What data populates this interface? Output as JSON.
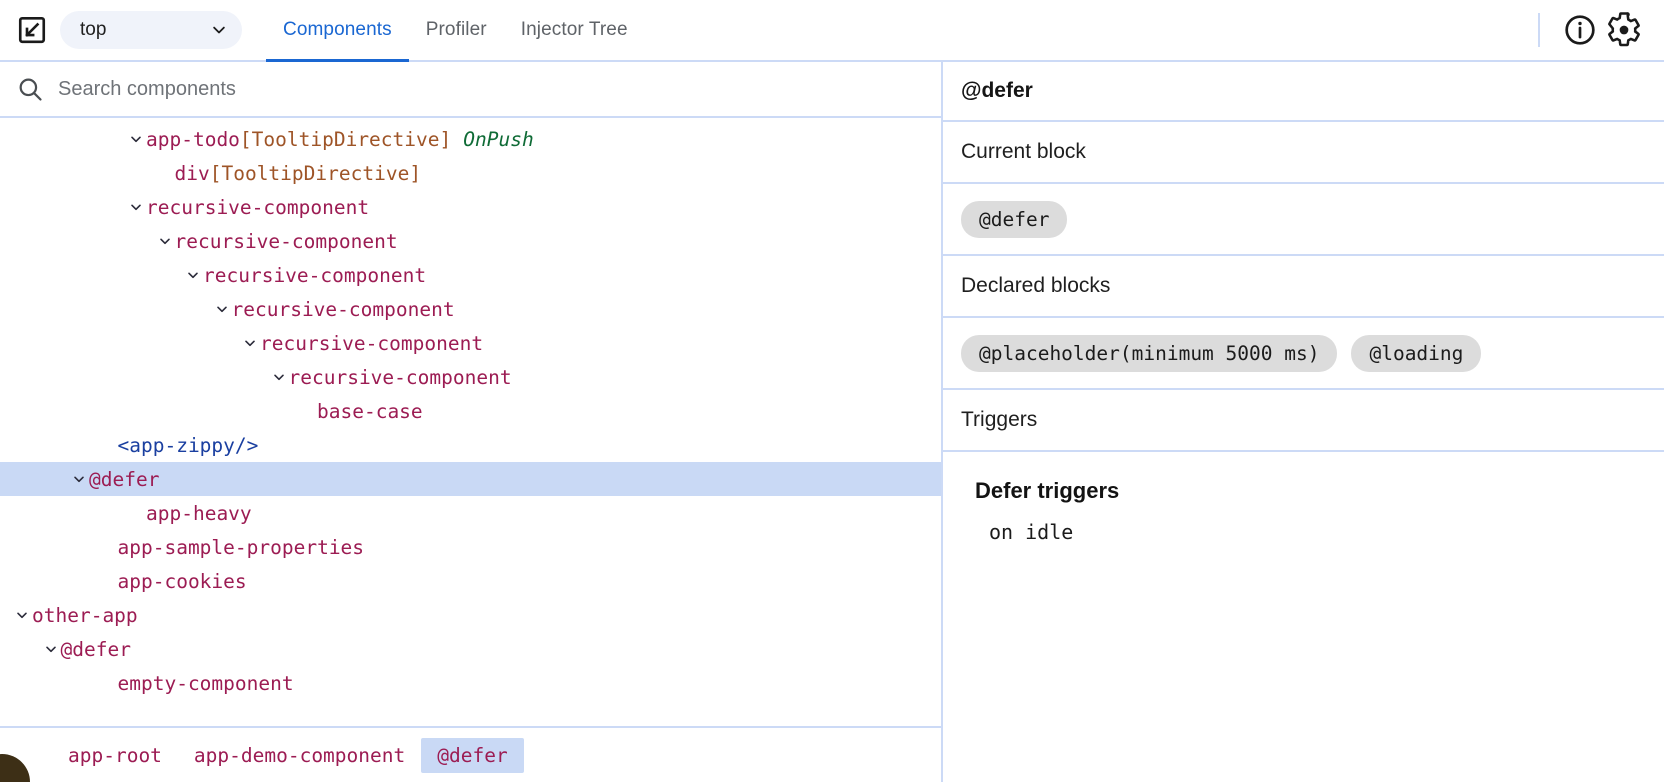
{
  "toolbar": {
    "inspect_icon": "inspect-element-icon",
    "frame_select": {
      "value": "top",
      "chevron_icon": "chevron-down-icon"
    },
    "tabs": [
      {
        "label": "Components",
        "active": true
      },
      {
        "label": "Profiler",
        "active": false
      },
      {
        "label": "Injector Tree",
        "active": false
      }
    ],
    "info_icon": "info-circle-icon",
    "settings_icon": "gear-icon",
    "accent_color": "#1a67d2"
  },
  "search": {
    "icon": "search-icon",
    "placeholder": "Search components",
    "value": ""
  },
  "tree": {
    "rows": [
      {
        "indent": 4,
        "expandable": true,
        "name": "app-todo",
        "directive": "[TooltipDirective]",
        "badge": "OnPush",
        "style": "name",
        "selected": false
      },
      {
        "indent": 5,
        "expandable": false,
        "name": "div",
        "directive": "[TooltipDirective]",
        "badge": "",
        "style": "dir",
        "selected": false
      },
      {
        "indent": 4,
        "expandable": true,
        "name": "recursive-component",
        "directive": "",
        "badge": "",
        "style": "name",
        "selected": false
      },
      {
        "indent": 5,
        "expandable": true,
        "name": "recursive-component",
        "directive": "",
        "badge": "",
        "style": "name",
        "selected": false
      },
      {
        "indent": 6,
        "expandable": true,
        "name": "recursive-component",
        "directive": "",
        "badge": "",
        "style": "name",
        "selected": false
      },
      {
        "indent": 7,
        "expandable": true,
        "name": "recursive-component",
        "directive": "",
        "badge": "",
        "style": "name",
        "selected": false
      },
      {
        "indent": 8,
        "expandable": true,
        "name": "recursive-component",
        "directive": "",
        "badge": "",
        "style": "name",
        "selected": false
      },
      {
        "indent": 9,
        "expandable": true,
        "name": "recursive-component",
        "directive": "",
        "badge": "",
        "style": "name",
        "selected": false
      },
      {
        "indent": 10,
        "expandable": false,
        "name": "base-case",
        "directive": "",
        "badge": "",
        "style": "name",
        "selected": false
      },
      {
        "indent": 3,
        "expandable": false,
        "name": "<app-zippy/>",
        "directive": "",
        "badge": "",
        "style": "blue",
        "selected": false
      },
      {
        "indent": 2,
        "expandable": true,
        "name": "@defer",
        "directive": "",
        "badge": "",
        "style": "name",
        "selected": true
      },
      {
        "indent": 4,
        "expandable": false,
        "name": "app-heavy",
        "directive": "",
        "badge": "",
        "style": "name",
        "selected": false
      },
      {
        "indent": 3,
        "expandable": false,
        "name": "app-sample-properties",
        "directive": "",
        "badge": "",
        "style": "name",
        "selected": false
      },
      {
        "indent": 3,
        "expandable": false,
        "name": "app-cookies",
        "directive": "",
        "badge": "",
        "style": "name",
        "selected": false
      },
      {
        "indent": 0,
        "expandable": true,
        "name": "other-app",
        "directive": "",
        "badge": "",
        "style": "name",
        "selected": false
      },
      {
        "indent": 1,
        "expandable": true,
        "name": "@defer",
        "directive": "",
        "badge": "",
        "style": "name",
        "selected": false
      },
      {
        "indent": 3,
        "expandable": false,
        "name": "empty-component",
        "directive": "",
        "badge": "",
        "style": "name",
        "selected": false
      }
    ],
    "colors": {
      "component": "#9c1c53",
      "directive": "#9e5427",
      "onpush": "#0f6b36",
      "element": "#1a3fa0",
      "selected_row": "#c9d9f5"
    }
  },
  "breadcrumb": {
    "items": [
      {
        "label": "app-root",
        "active": false
      },
      {
        "label": "app-demo-component",
        "active": false
      },
      {
        "label": "@defer",
        "active": true
      }
    ]
  },
  "details": {
    "title": "@defer",
    "sections": [
      {
        "header": "Current block",
        "chips": [
          "@defer"
        ]
      },
      {
        "header": "Declared blocks",
        "chips": [
          "@placeholder(minimum 5000 ms)",
          "@loading"
        ]
      },
      {
        "header": "Triggers",
        "chips": []
      }
    ],
    "triggers": {
      "heading": "Defer triggers",
      "items": [
        "on idle"
      ]
    }
  }
}
